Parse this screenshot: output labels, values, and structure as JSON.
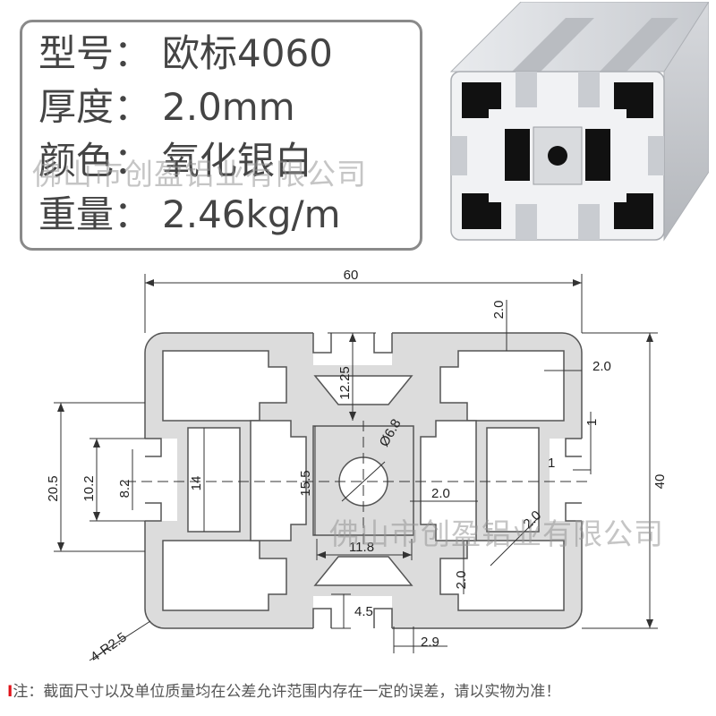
{
  "specs": [
    {
      "label": "型号：",
      "value": "欧标4060"
    },
    {
      "label": "厚度：",
      "value": "2.0mm"
    },
    {
      "label": "颜色：",
      "value": "氧化银白"
    },
    {
      "label": "重量：",
      "value": "2.46kg/m"
    }
  ],
  "watermark": "佛山市创盈铝业有限公司",
  "dimensions": {
    "width": "60",
    "height": "40",
    "wall_top": "2.0",
    "wall_right": "2.0",
    "slot_depth": "12.25",
    "hole_dia": "Ø6.8",
    "lip_1a": "1",
    "lip_1b": "1",
    "side_height": "20.5",
    "slot_outer": "10.2",
    "slot_inner": "8.2",
    "chamber_h": "14",
    "core_h": "15.5",
    "web_1": "2.0",
    "web_2": "2.0",
    "web_3": "2.0",
    "core_w": "11.8",
    "slot_w": "4.5",
    "lip_w": "2.9",
    "corner_r": "4-R2.5"
  },
  "footnote": {
    "mark": "I",
    "text": "注：截面尺寸以及单位质量均在公差允许范围内存在一定的误差，请以实物为准！"
  },
  "colors": {
    "profile_fill": "#dcdcdc",
    "profile_stroke": "#555555",
    "accent": "#e0131a"
  }
}
